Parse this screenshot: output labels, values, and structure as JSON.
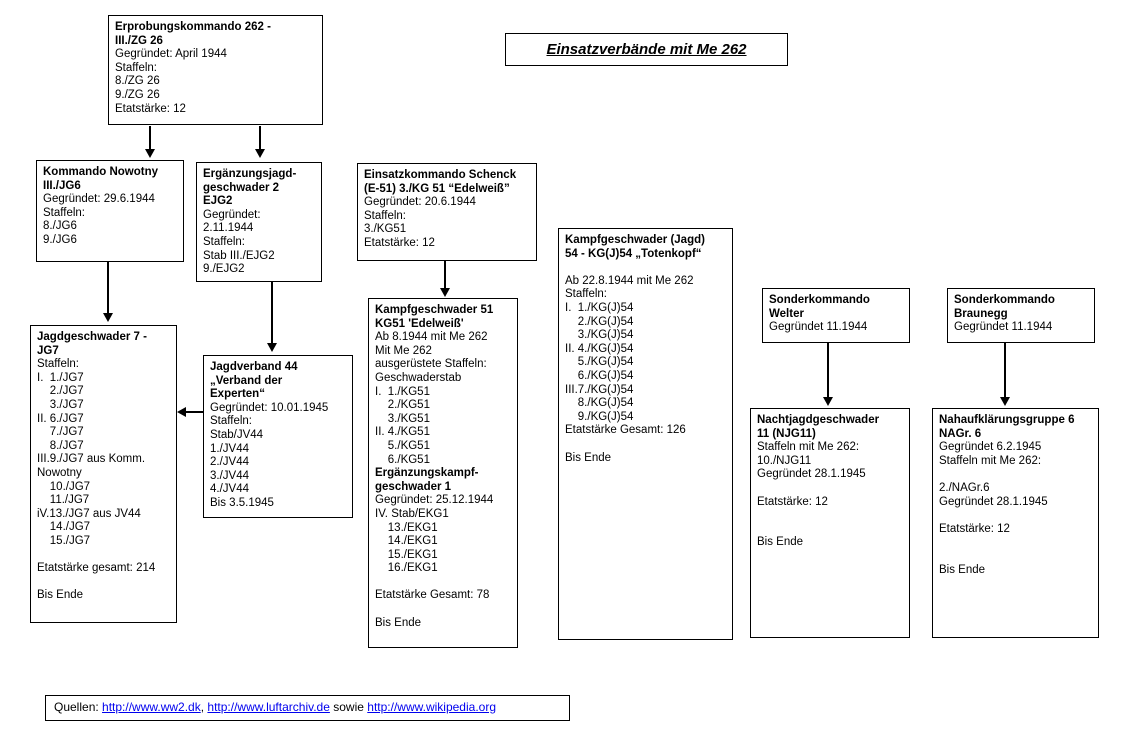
{
  "title": {
    "text": "Einsatzverbände mit Me 262"
  },
  "accent_colors": {
    "text": "#000000",
    "background": "#ffffff",
    "link": "#0000EE"
  },
  "boxes": {
    "ekdo262": {
      "lines": [
        {
          "t": "Erprobungskommando 262 -",
          "b": true
        },
        {
          "t": "III./ZG 26",
          "b": true
        },
        {
          "t": "Gegründet: April 1944"
        },
        {
          "t": "Staffeln:"
        },
        {
          "t": "8./ZG 26"
        },
        {
          "t": "9./ZG 26"
        },
        {
          "t": "Etatstärke: 12"
        }
      ]
    },
    "nowotny": {
      "lines": [
        {
          "t": "Kommando Nowotny",
          "b": true
        },
        {
          "t": "III./JG6",
          "b": true
        },
        {
          "t": "Gegründet: 29.6.1944"
        },
        {
          "t": "Staffeln:"
        },
        {
          "t": "8./JG6"
        },
        {
          "t": "9./JG6"
        }
      ]
    },
    "ejg2": {
      "lines": [
        {
          "t": "Ergänzungsjagd-",
          "b": true
        },
        {
          "t": "geschwader 2",
          "b": true
        },
        {
          "t": "EJG2",
          "b": true
        },
        {
          "t": "Gegründet:"
        },
        {
          "t": "2.11.1944"
        },
        {
          "t": "Staffeln:"
        },
        {
          "t": "Stab III./EJG2"
        },
        {
          "t": "9./EJG2"
        }
      ]
    },
    "schenck": {
      "lines": [
        {
          "t": "Einsatzkommando Schenck",
          "b": true
        },
        {
          "t": "(E-51) 3./KG 51 “Edelweiß”",
          "b": true
        },
        {
          "t": "Gegründet: 20.6.1944"
        },
        {
          "t": "Staffeln:"
        },
        {
          "t": "3./KG51"
        },
        {
          "t": "Etatstärke: 12"
        }
      ]
    },
    "kgj54": {
      "lines": [
        {
          "t": "Kampfgeschwader (Jagd)",
          "b": true
        },
        {
          "t": "54 - KG(J)54 „Totenkopf“",
          "b": true
        },
        {
          "t": ""
        },
        {
          "t": "Ab 22.8.1944 mit Me 262"
        },
        {
          "t": "Staffeln:"
        },
        {
          "t": "I.  1./KG(J)54"
        },
        {
          "t": "    2./KG(J)54"
        },
        {
          "t": "    3./KG(J)54"
        },
        {
          "t": "II. 4./KG(J)54"
        },
        {
          "t": "    5./KG(J)54"
        },
        {
          "t": "    6./KG(J)54"
        },
        {
          "t": "III.7./KG(J)54"
        },
        {
          "t": "    8./KG(J)54"
        },
        {
          "t": "    9./KG(J)54"
        },
        {
          "t": "Etatstärke Gesamt: 126"
        },
        {
          "t": ""
        },
        {
          "t": "Bis Ende"
        }
      ]
    },
    "welter": {
      "lines": [
        {
          "t": "Sonderkommando",
          "b": true
        },
        {
          "t": "Welter",
          "b": true
        },
        {
          "t": "Gegründet 11.1944"
        }
      ]
    },
    "braunegg": {
      "lines": [
        {
          "t": "Sonderkommando",
          "b": true
        },
        {
          "t": "Braunegg",
          "b": true
        },
        {
          "t": "Gegründet 11.1944"
        }
      ]
    },
    "jg7": {
      "lines": [
        {
          "t": "Jagdgeschwader 7 -",
          "b": true
        },
        {
          "t": "JG7",
          "b": true
        },
        {
          "t": "Staffeln:"
        },
        {
          "t": "I.  1./JG7"
        },
        {
          "t": "    2./JG7"
        },
        {
          "t": "    3./JG7"
        },
        {
          "t": "II. 6./JG7"
        },
        {
          "t": "    7./JG7"
        },
        {
          "t": "    8./JG7"
        },
        {
          "t": "III.9./JG7 aus Komm."
        },
        {
          "t": "Nowotny"
        },
        {
          "t": "    10./JG7"
        },
        {
          "t": "    11./JG7"
        },
        {
          "t": "iV.13./JG7 aus JV44"
        },
        {
          "t": "    14./JG7"
        },
        {
          "t": "    15./JG7"
        },
        {
          "t": ""
        },
        {
          "t": "Etatstärke gesamt: 214"
        },
        {
          "t": ""
        },
        {
          "t": "Bis Ende"
        }
      ]
    },
    "jv44": {
      "lines": [
        {
          "t": "Jagdverband 44",
          "b": true
        },
        {
          "t": "„Verband der",
          "b": true
        },
        {
          "t": "Experten“",
          "b": true
        },
        {
          "t": "Gegründet: 10.01.1945"
        },
        {
          "t": "Staffeln:"
        },
        {
          "t": "Stab/JV44"
        },
        {
          "t": "1./JV44"
        },
        {
          "t": "2./JV44"
        },
        {
          "t": "3./JV44"
        },
        {
          "t": "4./JV44"
        },
        {
          "t": "Bis 3.5.1945"
        }
      ]
    },
    "kg51": {
      "lines": [
        {
          "t": "Kampfgeschwader 51",
          "b": true
        },
        {
          "t": "KG51 'Edelweiß'",
          "b": true
        },
        {
          "t": "Ab 8.1944 mit Me 262"
        },
        {
          "t": "Mit Me 262"
        },
        {
          "t": "ausgerüstete Staffeln:"
        },
        {
          "t": "Geschwaderstab"
        },
        {
          "t": "I.  1./KG51"
        },
        {
          "t": "    2./KG51"
        },
        {
          "t": "    3./KG51"
        },
        {
          "t": "II. 4./KG51"
        },
        {
          "t": "    5./KG51"
        },
        {
          "t": "    6./KG51"
        },
        {
          "t": "Ergänzungskampf-",
          "b": true
        },
        {
          "t": "geschwader 1",
          "b": true
        },
        {
          "t": "Gegründet: 25.12.1944"
        },
        {
          "t": "IV. Stab/EKG1"
        },
        {
          "t": "    13./EKG1"
        },
        {
          "t": "    14./EKG1"
        },
        {
          "t": "    15./EKG1"
        },
        {
          "t": "    16./EKG1"
        },
        {
          "t": ""
        },
        {
          "t": "Etatstärke Gesamt: 78"
        },
        {
          "t": ""
        },
        {
          "t": "Bis Ende"
        }
      ]
    },
    "njg11": {
      "lines": [
        {
          "t": "Nachtjagdgeschwader",
          "b": true
        },
        {
          "t": "11 (NJG11)",
          "b": true
        },
        {
          "t": "Staffeln mit Me 262:"
        },
        {
          "t": "10./NJG11"
        },
        {
          "t": "Gegründet 28.1.1945"
        },
        {
          "t": ""
        },
        {
          "t": "Etatstärke: 12"
        },
        {
          "t": ""
        },
        {
          "t": ""
        },
        {
          "t": "Bis Ende"
        }
      ]
    },
    "nagr6": {
      "lines": [
        {
          "t": "Nahaufklärungsgruppe 6",
          "b": true
        },
        {
          "t": "NAGr. 6",
          "b": true
        },
        {
          "t": "Gegründet 6.2.1945"
        },
        {
          "t": "Staffeln mit Me 262:"
        },
        {
          "t": ""
        },
        {
          "t": "2./NAGr.6"
        },
        {
          "t": "Gegründet 28.1.1945"
        },
        {
          "t": ""
        },
        {
          "t": "Etatstärke: 12"
        },
        {
          "t": ""
        },
        {
          "t": ""
        },
        {
          "t": "Bis Ende"
        }
      ]
    }
  },
  "sources": {
    "segments": [
      {
        "t": "Quellen: "
      },
      {
        "t": "http://www.ww2.dk",
        "link": true
      },
      {
        "t": ", "
      },
      {
        "t": "http://www.luftarchiv.de",
        "link": true
      },
      {
        "t": " sowie "
      },
      {
        "t": "http://www.wikipedia.org",
        "link": true
      }
    ]
  }
}
